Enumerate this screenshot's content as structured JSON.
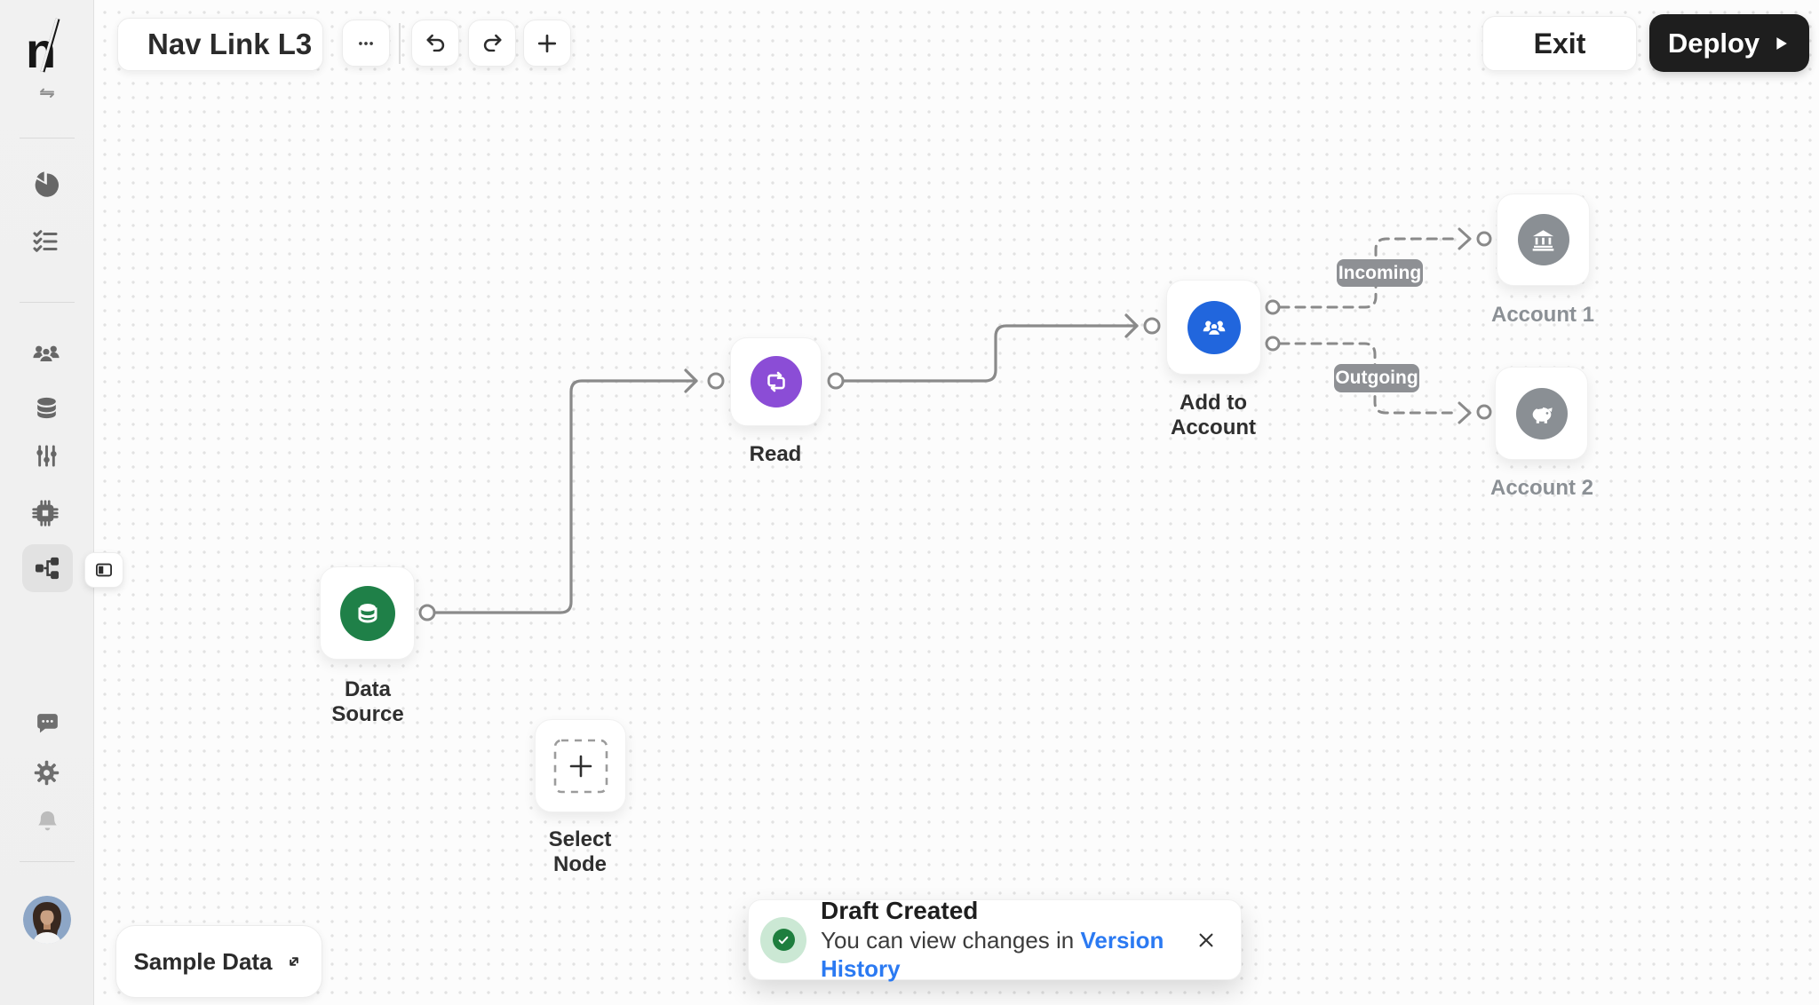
{
  "app": {
    "logo_text": "n"
  },
  "topbar": {
    "title": "Nav Link L3",
    "exit": "Exit",
    "deploy": "Deploy"
  },
  "sidebar": {
    "icons": [
      "swap",
      "pie-chart",
      "checklist",
      "users",
      "database",
      "sliders",
      "chip",
      "workflow",
      "panel-toggle",
      "chat",
      "settings",
      "notifications",
      "avatar"
    ]
  },
  "canvas": {
    "nodes": {
      "data_source": {
        "label1": "Data",
        "label2": "Source",
        "color": "#1f8048",
        "icon": "database"
      },
      "read": {
        "label1": "Read",
        "color": "#8b4dd6",
        "icon": "swap-squares"
      },
      "add_to_account": {
        "label1": "Add to",
        "label2": "Account",
        "color": "#2166dd",
        "icon": "user-group"
      },
      "account1": {
        "label1": "Account 1",
        "color": "#8a8f94",
        "icon": "bank"
      },
      "account2": {
        "label1": "Account 2",
        "color": "#8a8f94",
        "icon": "piggy-bank"
      },
      "select_node": {
        "label1": "Select",
        "label2": "Node",
        "icon": "plus"
      }
    },
    "edge_labels": {
      "incoming": "Incoming",
      "outgoing": "Outgoing"
    }
  },
  "sample_data": {
    "label": "Sample Data"
  },
  "toast": {
    "title": "Draft Created",
    "body": "You can view changes in ",
    "link": "Version History"
  },
  "colors": {
    "node_green": "#1f8048",
    "node_purple": "#8b4dd6",
    "node_blue": "#2166dd",
    "node_gray": "#8a8f94",
    "edge_gray": "#8a8a8a",
    "link_blue": "#2b7af2",
    "toast_green": "#1e7e3e",
    "deploy_dark": "#1e1e1e"
  }
}
